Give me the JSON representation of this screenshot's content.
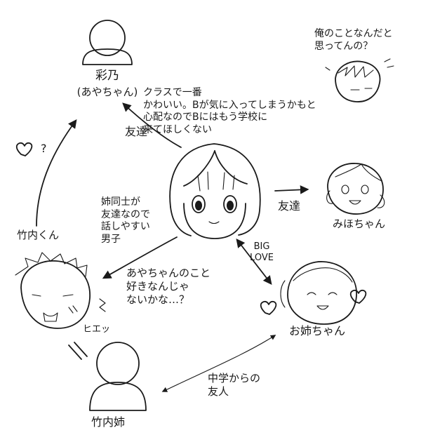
{
  "characters": {
    "aya": {
      "name": "彩乃",
      "nickname": "(あやちゃん)"
    },
    "mihochan": {
      "name": "みほちゃん"
    },
    "takeuchi": {
      "name": "竹内くん",
      "sound": "ヒエッ"
    },
    "sister": {
      "name": "お姉ちゃん"
    },
    "takeuchi_sister": {
      "name": "竹内姉"
    }
  },
  "notes": {
    "aya_reason": "クラスで一番\nかわいい。Bが気に入ってしまうかもと\n心配なのでBにはもう学校に\n来てほしくない",
    "b_thought": "俺のことなんだと\n思ってんの？",
    "takeuchi_reason": "姉同士が\n友達なので\n話しやすい\n男子",
    "takeuchi_guess": "あやちゃんのこと\n好きなんじゃ\nないかな…？",
    "middle_school": "中学からの\n友人"
  },
  "relations": {
    "friend_aya": "友達",
    "friend_miho": "友達",
    "big_love": "BIG\nLOVE",
    "question_mark": "?"
  },
  "icons": {
    "hearts": [
      "heart-icon",
      "heart-icon",
      "heart-icon"
    ],
    "parallel_mark": "equal-sign-mark"
  }
}
